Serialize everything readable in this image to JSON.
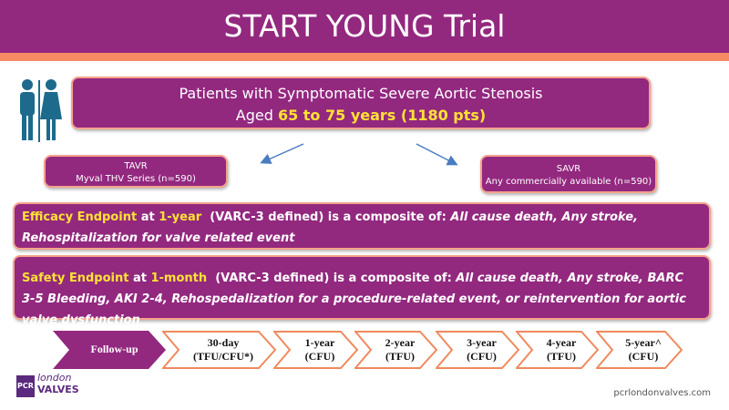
{
  "title": "START YOUNG Trial",
  "population": {
    "line1": "Patients with Symptomatic Severe Aortic Stenosis",
    "line2_prefix": "Aged ",
    "line2_highlight": "65 to 75 years (1180 pts)"
  },
  "arms": [
    {
      "name": "TAVR",
      "detail": "Myval THV Series (n=590)"
    },
    {
      "name": "SAVR",
      "detail": "Any commercially available  (n=590)"
    }
  ],
  "efficacy": {
    "label": "Efficacy Endpoint",
    "at": " at ",
    "time": "1-year",
    "mid": "  (VARC-3 defined) is a composite of: ",
    "items": "All cause death, Any stroke, Rehospitalization for valve related event"
  },
  "safety": {
    "label": "Safety Endpoint",
    "at": " at ",
    "time": "1-month",
    "mid": "  (VARC-3 defined) is a composite of: ",
    "items": "All cause death, Any stroke, BARC 3-5 Bleeding, AKI 2-4, Rehospedalization for a procedure-related event, or reintervention for aortic valve dysfunction"
  },
  "followup": {
    "label": "Follow-up",
    "steps": [
      {
        "l1": "30-day",
        "l2": "(TFU/CFU*)"
      },
      {
        "l1": "1-year",
        "l2": "(CFU)"
      },
      {
        "l1": "2-year",
        "l2": "(TFU)"
      },
      {
        "l1": "3-year",
        "l2": "(CFU)"
      },
      {
        "l1": "4-year",
        "l2": "(TFU)"
      },
      {
        "l1": "5-year^",
        "l2": "(CFU)"
      }
    ]
  },
  "logo": {
    "pcr": "PCR",
    "london": "london",
    "valves": "VALVES"
  },
  "url": "pcrlondonvalves.com",
  "colors": {
    "purple": "#93287f",
    "orange": "#f68a65",
    "yellow": "#ffe234",
    "icon": "#1d6a8c"
  }
}
